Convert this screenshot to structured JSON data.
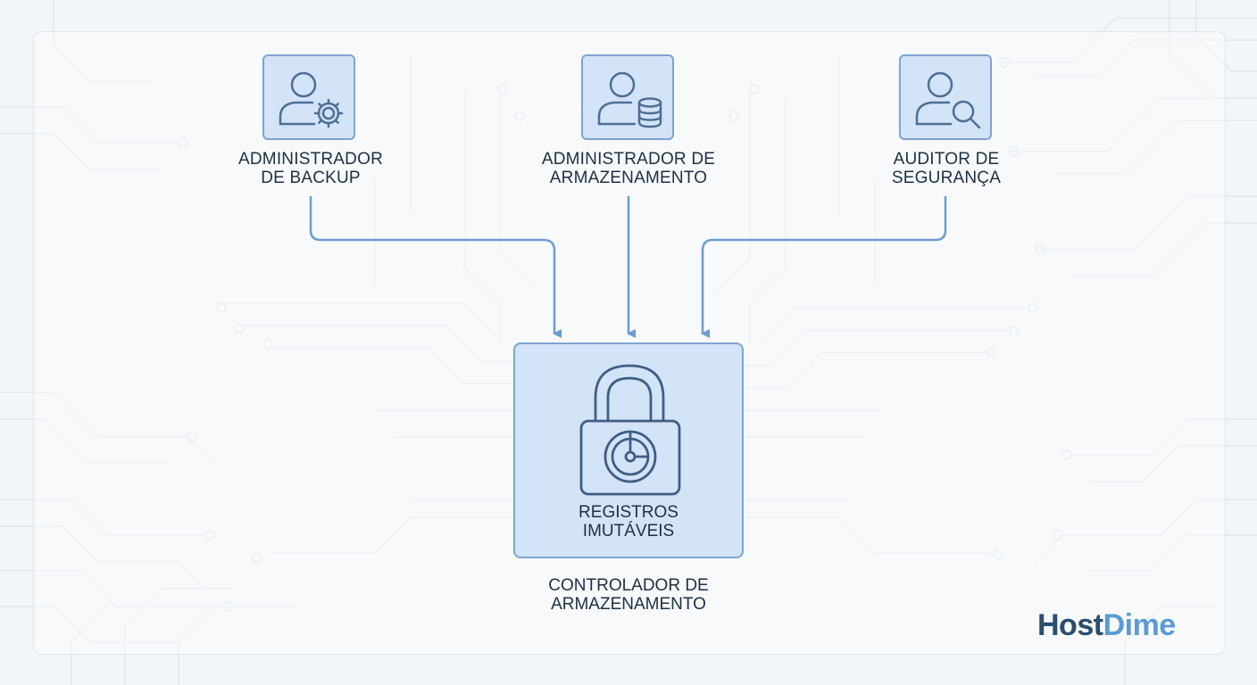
{
  "diagram": {
    "roles": [
      {
        "line1": "ADMINISTRADOR",
        "line2": "DE BACKUP",
        "icon": "user-gear-icon"
      },
      {
        "line1": "ADMINISTRADOR DE",
        "line2": "ARMAZENAMENTO",
        "icon": "user-database-icon"
      },
      {
        "line1": "AUDITOR DE",
        "line2": "SEGURANÇA",
        "icon": "user-search-icon"
      }
    ],
    "controller": {
      "inner_line1": "REGISTROS",
      "inner_line2": "IMUTÁVEIS",
      "caption_line1": "CONTROLADOR DE",
      "caption_line2": "ARMAZENAMENTO",
      "icon": "padlock-icon"
    }
  },
  "brand": {
    "part1": "Host",
    "part2": "Dime"
  },
  "colors": {
    "box_fill": "#d3e3f8",
    "box_border": "#7ea4d2",
    "icon_stroke": "#4e6f95",
    "arrow": "#6d9ccf",
    "text": "#1f2f45",
    "brand_dark": "#2b4d6e",
    "brand_light": "#5b9bd5"
  }
}
